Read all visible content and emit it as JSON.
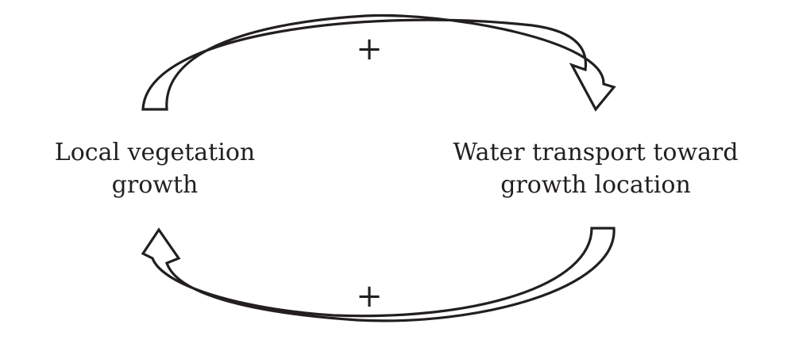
{
  "diagram": {
    "nodes": {
      "left": {
        "line1": "Local vegetation",
        "line2": "growth"
      },
      "right": {
        "line1": "Water transport toward",
        "line2": "growth location"
      }
    },
    "links": {
      "top": {
        "from": "Local vegetation growth",
        "to": "Water transport toward growth location",
        "sign": "+"
      },
      "bottom": {
        "from": "Water transport toward growth location",
        "to": "Local vegetation growth",
        "sign": "+"
      }
    },
    "colors": {
      "stroke": "#231f20",
      "fill": "#ffffff",
      "background": "#ffffff"
    }
  }
}
